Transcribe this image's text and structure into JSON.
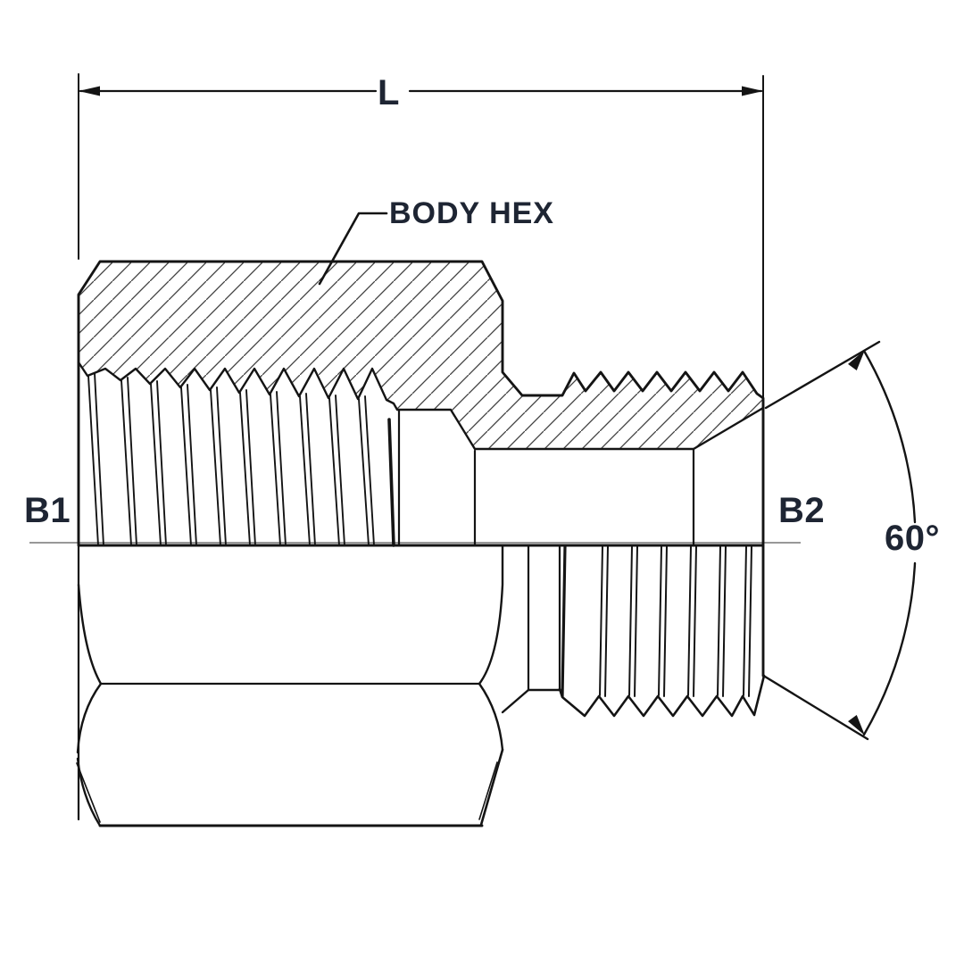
{
  "drawing": {
    "type": "engineering-section-drawing",
    "subject": "female-to-male pipe adapter fitting, half-section view",
    "labels": {
      "length_dim": "L",
      "body_hex": "BODY HEX",
      "left_end": "B1",
      "right_end": "B2",
      "seat_angle": "60°"
    },
    "colors": {
      "line": "#141414",
      "text": "#1e2533",
      "hatch": "#404040",
      "centerline": "#8a8a8a",
      "background": "#ffffff"
    }
  }
}
